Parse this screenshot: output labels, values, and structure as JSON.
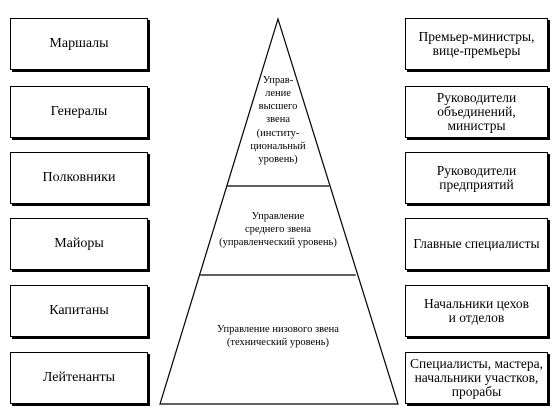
{
  "left_ranks": [
    "Маршалы",
    "Генералы",
    "Полковники",
    "Майоры",
    "Капитаны",
    "Лейтенанты"
  ],
  "right_positions": [
    "Премьер-министры,\nвице-премьеры",
    "Руководители\nобъединений,\nминистры",
    "Руководители\nпредприятий",
    "Главные специалисты",
    "Начальники цехов\nи отделов",
    "Специалисты, мастера,\nначальники участков,\nпрорабы"
  ],
  "pyramid_tiers": {
    "top": "Управ-\nление\nвысшего\nзвена\n(институ-\nциональный\nуровень)",
    "middle": "Управление\nсреднего звена\n(управленческий уровень)",
    "bottom": "Управление низового звена\n(технический уровень)"
  }
}
